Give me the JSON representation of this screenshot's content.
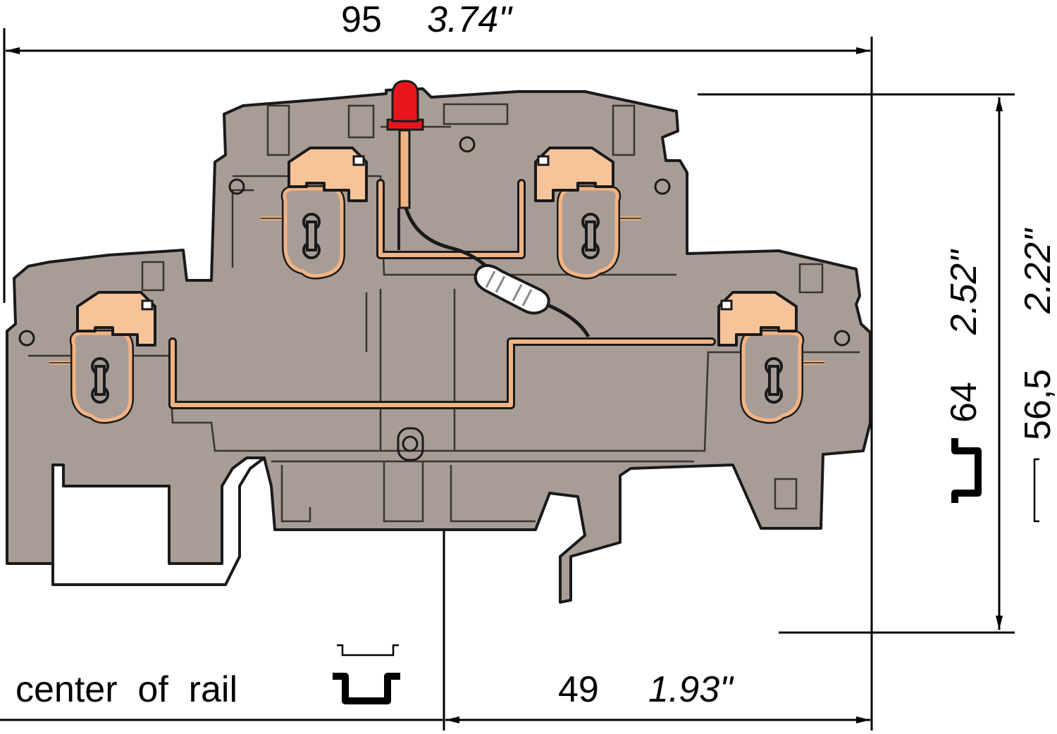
{
  "dimensions": {
    "width_mm": "95",
    "width_in": "3.74\"",
    "height_total_mm": "64",
    "height_total_in": "2.52\"",
    "height_rail_mm": "56,5",
    "height_rail_in": "2.22\"",
    "rail_offset_mm": "49",
    "rail_offset_in": "1.93\""
  },
  "labels": {
    "center_of_rail": "center  of  rail"
  },
  "colors": {
    "housing": "#a89d96",
    "housing_outline": "#1a1a1a",
    "clamp": "#f7c49a",
    "busbar": "#f2b383",
    "led": "#e8161c",
    "resistor": "#ffffff"
  }
}
